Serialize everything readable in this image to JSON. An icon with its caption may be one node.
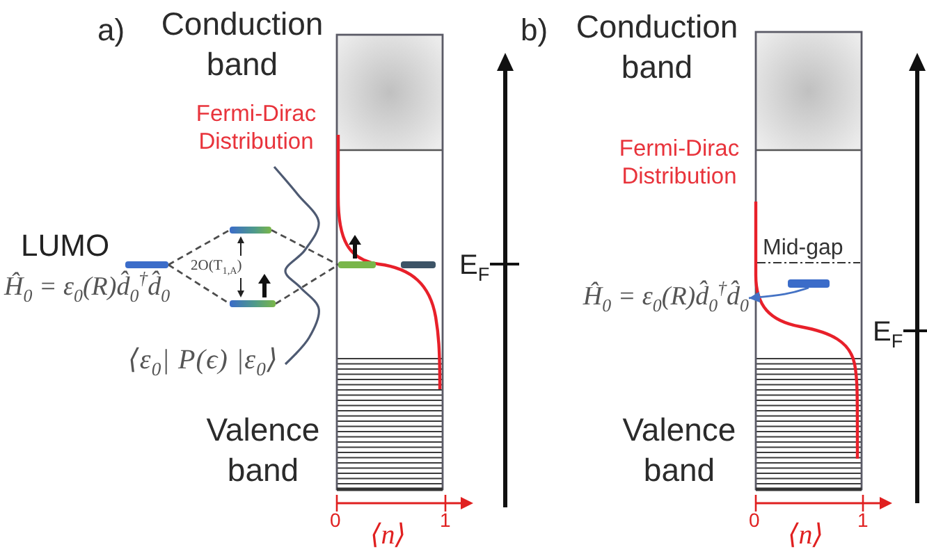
{
  "diagram": {
    "nodes": [
      {
        "text": [],
        "shape": "bar",
        "beside": [
          "LUMO",
          "Ĥ$_{0}$ = ε$_{0}$(R)d̂$_{0}$$^{†}$d̂$_{0}$"
        ]
      },
      {
        "text": [],
        "shape": "bar"
      },
      {
        "text": [],
        "shape": "bar"
      },
      {
        "text": [],
        "shape": "bar"
      },
      {
        "text": [],
        "shape": "bar"
      },
      {
        "text": [],
        "shape": "bar"
      },
      {
        "text": [
          "Ĥ$_{0}$ = ε$_{0}$(R)d̂$_{0}$$^{†}$d̂$_{0}$"
        ]
      }
    ],
    "edges": [
      {
        "from": 0,
        "to": 1,
        "arrow": "none",
        "style": "dashed"
      },
      {
        "from": 0,
        "to": 2,
        "arrow": "none",
        "style": "dashed"
      },
      {
        "from": 1,
        "to": 3,
        "arrow": "none",
        "style": "dashed"
      },
      {
        "from": 2,
        "to": 3,
        "arrow": "none",
        "style": "dashed"
      },
      {
        "from": 5,
        "to": 6,
        "arrow": "to",
        "color": "#4472c4"
      }
    ],
    "labels": [
      "a)",
      "Conduction band",
      "Fermi-Dirac Distribution",
      "2O(T$_{1,A}$)",
      "E$_{F}$",
      "⟨ε$_{0}$| P(ϵ) |ε$_{0}$⟩",
      "Valence band",
      "0",
      "1",
      "⟨n⟩",
      "b)",
      "Conduction band",
      "Fermi-Dirac Distribution",
      "Mid-gap",
      "E$_{F}$",
      "Valence band",
      "0",
      "1",
      "⟨n⟩"
    ]
  }
}
